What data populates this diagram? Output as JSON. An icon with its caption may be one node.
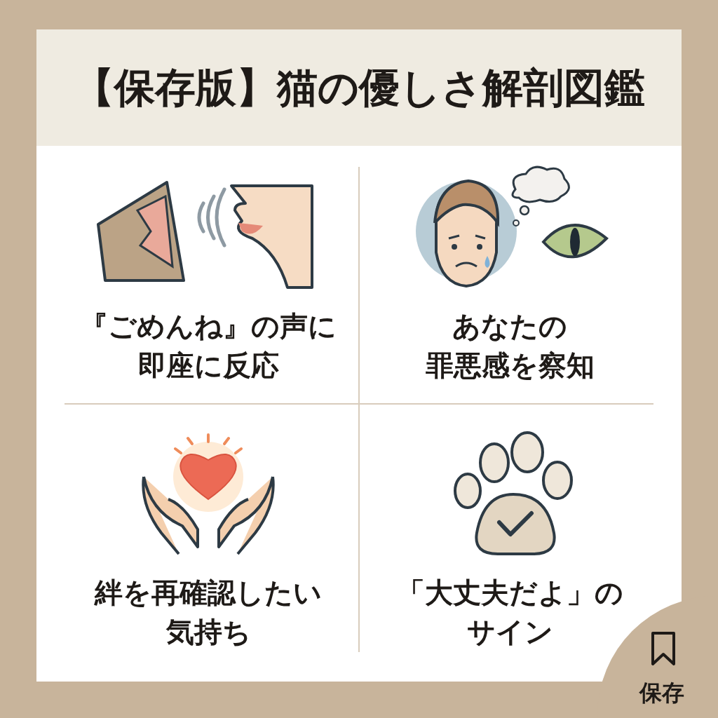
{
  "diagram": {
    "title": "【保存版】猫の優しさ解剖図鑑",
    "labels": [
      "『ごめんね』の声に即座に反応",
      "あなたの罪悪感を察知",
      "絆を再確認したい気持ち",
      "「大丈夫だよ」のサイン",
      "保存"
    ]
  }
}
